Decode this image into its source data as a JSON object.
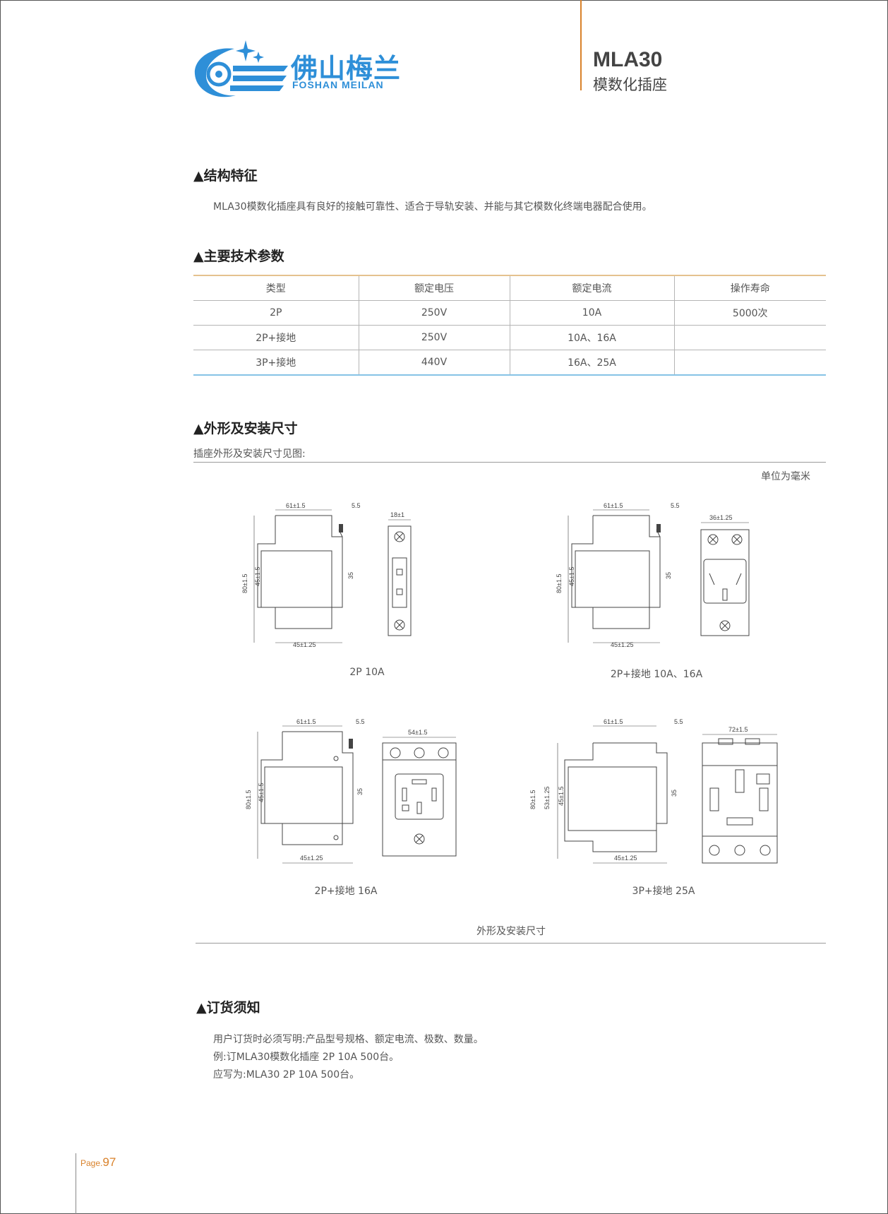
{
  "header": {
    "logo_cn": "佛山梅兰",
    "logo_en": "FOSHAN MEILAN",
    "model": "MLA30",
    "model_subtitle": "模数化插座"
  },
  "sections": {
    "features": {
      "title": "▲结构特征",
      "text": "MLA30模数化插座具有良好的接触可靠性、适合于导轨安装、并能与其它模数化终端电器配合使用。"
    },
    "specs": {
      "title": "▲主要技术参数",
      "headers": [
        "类型",
        "额定电压",
        "额定电流",
        "操作寿命"
      ],
      "rows": [
        [
          "2P",
          "250V",
          "10A",
          "5000次"
        ],
        [
          "2P+接地",
          "250V",
          "10A、16A",
          ""
        ],
        [
          "3P+接地",
          "440V",
          "16A、25A",
          ""
        ]
      ]
    },
    "dimensions": {
      "title": "▲外形及安装尺寸",
      "intro": "插座外形及安装尺寸见图:",
      "unit": "单位为毫米",
      "footer_caption": "外形及安装尺寸",
      "drawings": [
        {
          "caption": "2P 10A",
          "top": "61±1.5",
          "top_small": "5.5",
          "face_width": "18±1",
          "height_outer": "80±1.5",
          "height_inner": "45±1.5",
          "rail": "35",
          "bottom": "45±1.25"
        },
        {
          "caption": "2P+接地 10A、16A",
          "top": "61±1.5",
          "top_small": "5.5",
          "face_width": "36±1.25",
          "height_outer": "80±1.5",
          "height_inner": "45±1.5",
          "rail": "35",
          "bottom": "45±1.25"
        },
        {
          "caption": "2P+接地 16A",
          "top": "61±1.5",
          "top_small": "5.5",
          "face_width": "54±1.5",
          "height_outer": "80±1.5",
          "height_inner": "45±1.5",
          "rail": "35",
          "bottom": "45±1.25"
        },
        {
          "caption": "3P+接地 25A",
          "top": "61±1.5",
          "top_small": "5.5",
          "face_width": "72±1.5",
          "height_outer": "80±1.5",
          "height_mid": "53±1.25",
          "height_inner": "45±1.5",
          "rail": "35",
          "bottom": "45±1.25"
        }
      ]
    },
    "ordering": {
      "title": "▲订货须知",
      "lines": [
        "用户订货时必须写明:产品型号规格、额定电流、极数、数量。",
        "例:订MLA30模数化插座 2P 10A 500台。",
        "应写为:MLA30 2P 10A 500台。"
      ]
    }
  },
  "footer": {
    "page_label": "Page.",
    "page_number": "97"
  },
  "colors": {
    "brand_blue": "#2e8fd8",
    "accent_orange": "#d9822b"
  }
}
